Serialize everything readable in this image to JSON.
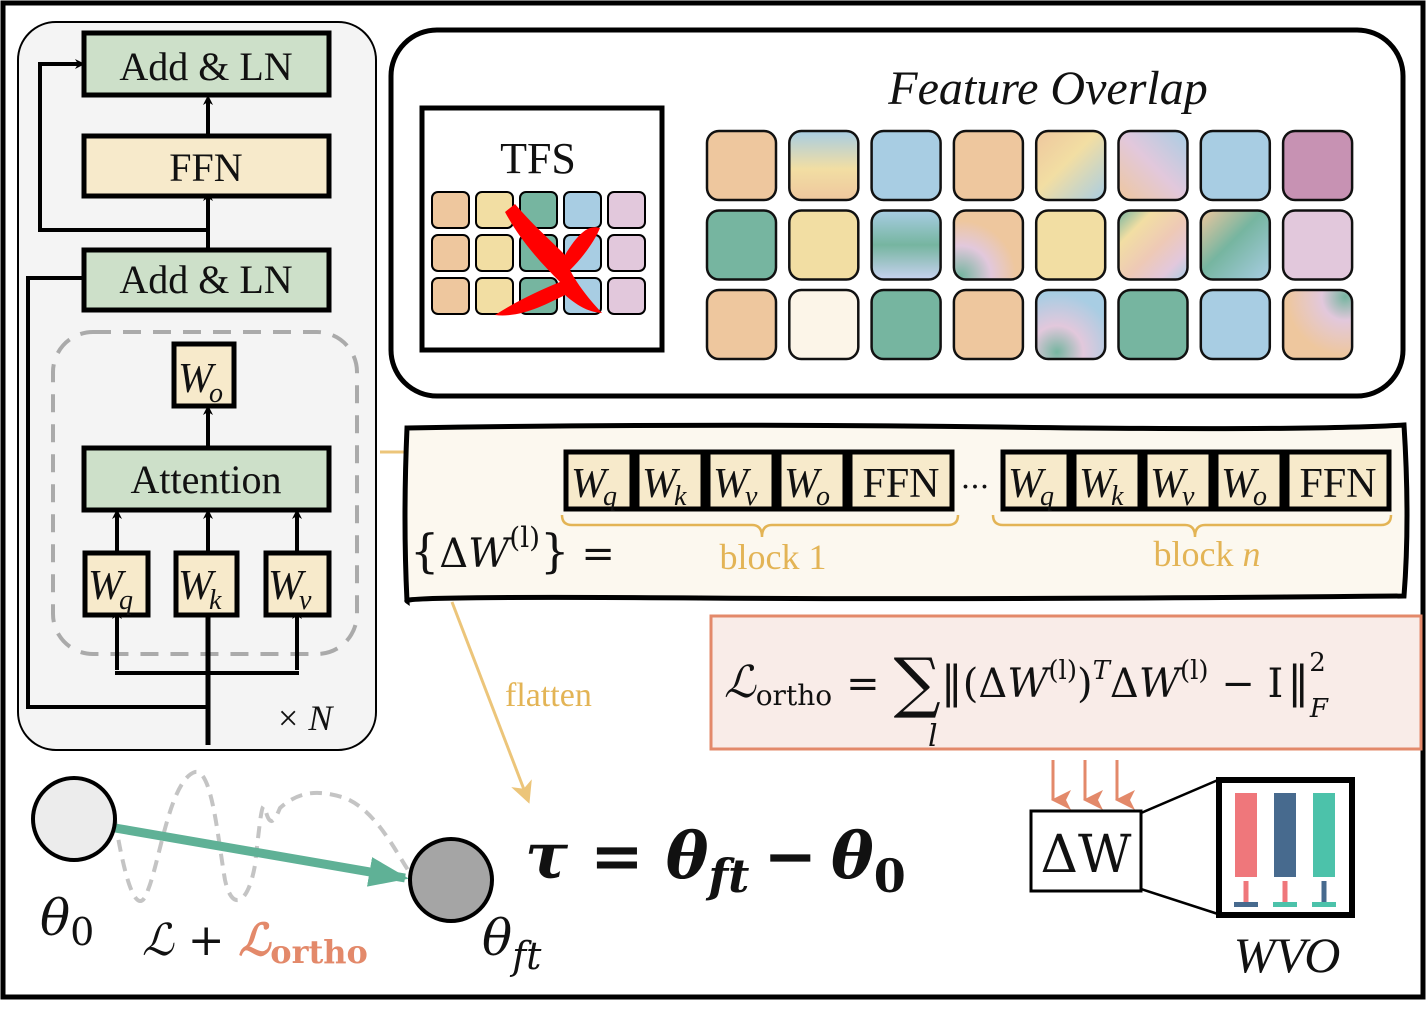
{
  "transformer_block": {
    "top_add_ln": "Add & LN",
    "ffn": "FFN",
    "mid_add_ln": "Add & LN",
    "wo": {
      "base": "W",
      "sub": "o"
    },
    "attention": "Attention",
    "wq": {
      "base": "W",
      "sub": "q"
    },
    "wk": {
      "base": "W",
      "sub": "k"
    },
    "wv": {
      "base": "W",
      "sub": "v"
    },
    "repeat_symbol": "×",
    "repeat_var": "N"
  },
  "feature_panel": {
    "title": "Feature Overlap",
    "tfs_label": "TFS",
    "tfs_grid_colors": [
      "#eec79e",
      "#f2dea3",
      "#76b5a0",
      "#a8cde3",
      "#e2c8dc"
    ],
    "overlap_grid": [
      [
        "peach",
        "blue-yellow-peach",
        "blue",
        "peach",
        "peach-yellow-blue",
        "pink-blue-peach",
        "blue",
        "mauve"
      ],
      [
        "green",
        "yellow",
        "blue-green-lavender",
        "pink-green",
        "yellow",
        "green-yellow-pink-blue",
        "yellow-green-blue",
        "pink"
      ],
      [
        "peach",
        "cream",
        "green",
        "peach",
        "blue-pink-green",
        "green",
        "blue",
        "peach-pink-green"
      ]
    ]
  },
  "delta_panel": {
    "lhs": {
      "brace_open": "{",
      "delta": "Δ",
      "W": "W",
      "sup": "(l)",
      "brace_close": "}",
      "eq": "="
    },
    "block1": {
      "items": [
        {
          "base": "W",
          "sub": "q"
        },
        {
          "base": "W",
          "sub": "k"
        },
        {
          "base": "W",
          "sub": "v"
        },
        {
          "base": "W",
          "sub": "o"
        },
        {
          "base": "FFN",
          "sub": ""
        }
      ],
      "label": "block 1"
    },
    "ellipsis": "···",
    "blockn": {
      "items": [
        {
          "base": "W",
          "sub": "q"
        },
        {
          "base": "W",
          "sub": "k"
        },
        {
          "base": "W",
          "sub": "v"
        },
        {
          "base": "W",
          "sub": "o"
        },
        {
          "base": "FFN",
          "sub": ""
        }
      ],
      "label_prefix": "block ",
      "label_var": "n"
    }
  },
  "flatten_label": "flatten",
  "ortho_loss": {
    "lhs_L": "ℒ",
    "lhs_sub": "ortho",
    "eq": "=",
    "sum": "∑",
    "sum_sub": "l",
    "norm_open": "‖",
    "paren_open": "(Δ",
    "W": "W",
    "sup_l": "(l)",
    "paren_close": ")",
    "sup_T": "T",
    "delta2": "Δ",
    "W2": "W",
    "sup_l2": "(l)",
    "minus_I": " − I",
    "norm_close": "‖",
    "norm_sup": "2",
    "norm_sub": "F"
  },
  "trajectory": {
    "theta0": {
      "base": "θ",
      "sub": "0"
    },
    "theta_ft": {
      "base": "θ",
      "sub": "ft"
    },
    "loss": {
      "L": "ℒ",
      "plus": " + ",
      "L_ortho": "ℒ",
      "ortho_sub": "ortho"
    }
  },
  "task_vector": {
    "tau": "τ",
    "eq": "=",
    "theta": "θ",
    "ft": "ft",
    "minus": "−",
    "theta2": "θ",
    "zero": "0"
  },
  "wvo": {
    "delta_w": "ΔW",
    "caption": "WVO",
    "bar_colors": [
      "#ef777b",
      "#476a8e",
      "#4cc2aa"
    ]
  },
  "colors": {
    "green_box": "#cde0c9",
    "yellow_box": "#f7eacb",
    "panel_gray": "#f4f4f4",
    "cream_panel": "#fcf8ef",
    "gold": "#e3b455",
    "salmon": "#e3896a",
    "ortho_bg": "#f9ece8",
    "arrow_green": "#5fb196",
    "x_red": "#ff0000"
  }
}
